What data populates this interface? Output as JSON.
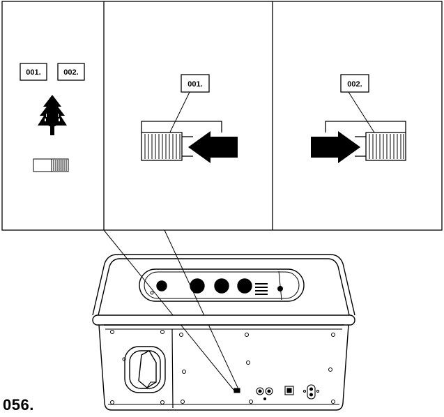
{
  "page_number": "056.",
  "labels": {
    "left_a": "001.",
    "left_b": "002.",
    "middle": "001.",
    "right": "002."
  },
  "icons": [
    "tree-plug-icon",
    "switch-icon",
    "arrow-left-icon",
    "arrow-right-icon"
  ],
  "colors": {
    "ink": "#000000",
    "paper": "#ffffff",
    "hatch": "#222222"
  }
}
